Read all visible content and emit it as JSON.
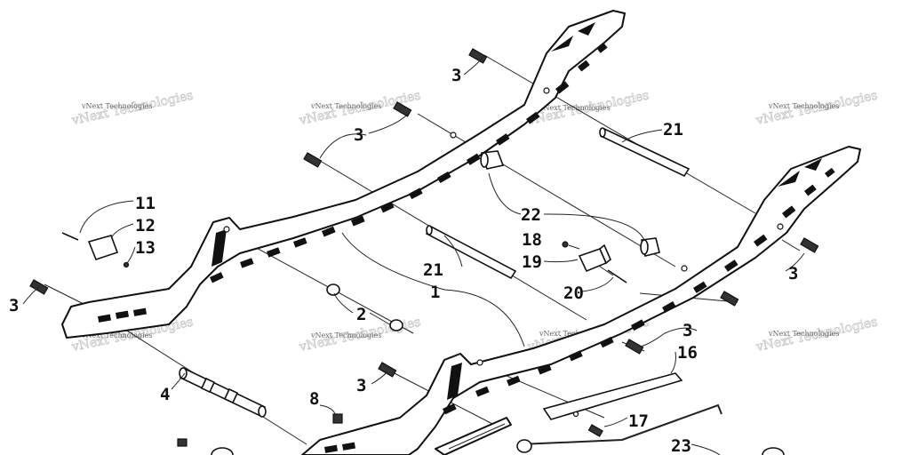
{
  "watermark": "vNext Technologies",
  "callouts": [
    "1",
    "2",
    "3",
    "4",
    "8",
    "11",
    "12",
    "13",
    "16",
    "17",
    "18",
    "19",
    "20",
    "21",
    "22",
    "23"
  ]
}
